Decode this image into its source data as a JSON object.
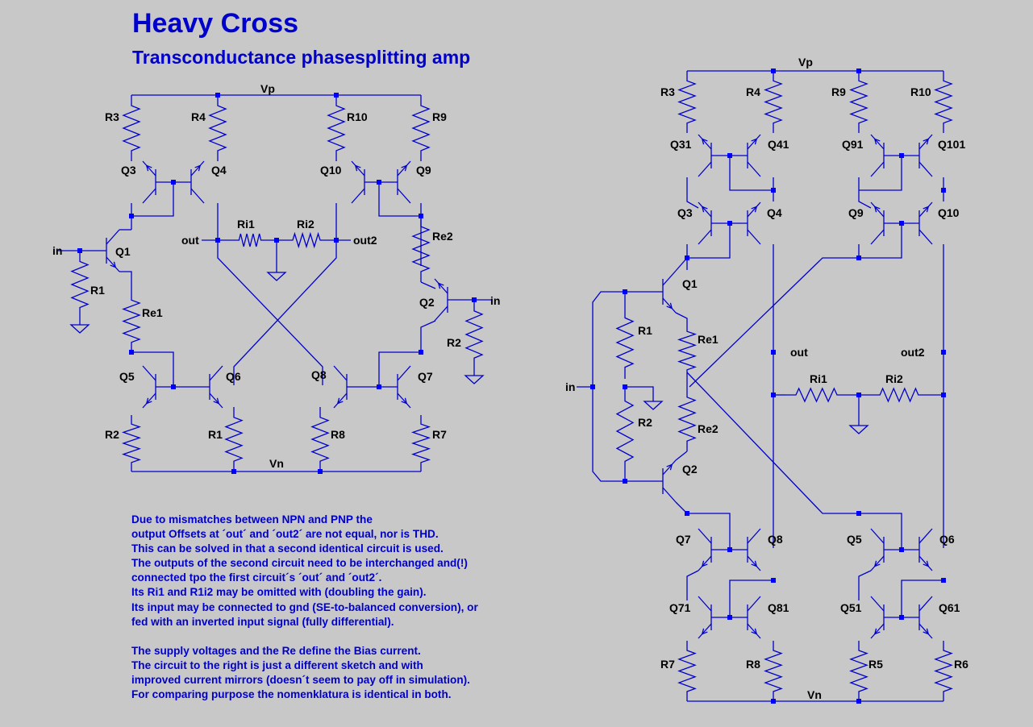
{
  "title": "Heavy Cross",
  "subtitle": "Transconductance phasesplitting amp",
  "notes": [
    "Due to mismatches between NPN and PNP the",
    "output Offsets at ´out´ and ´out2´ are not equal, nor is THD.",
    "This can be solved in that a second identical circuit is used.",
    "The outputs of the second circuit need to be interchanged and(!)",
    "connected tpo the first circuit´s ´out´ and ´out2´.",
    "Its Ri1 and R1i2 may be omitted with (doubling the gain).",
    "Its input may be connected to gnd (SE-to-balanced conversion), or",
    "fed with an inverted input signal (fully differential).",
    "",
    "The supply voltages and the Re define the Bias current.",
    "The circuit to the right is just a different sketch and with",
    "improved current mirrors (doesn´t seem to pay off in simulation).",
    "For comparing purpose the nomenklatura is identical in both."
  ],
  "colors": {
    "background": "#c8c8c8",
    "wire": "#0000cd",
    "text": "#000000",
    "title": "#0000cd"
  },
  "left_circuit": {
    "labels": {
      "vp": "Vp",
      "vn": "Vn",
      "r3": "R3",
      "r4": "R4",
      "r10": "R10",
      "r9": "R9",
      "q3": "Q3",
      "q4": "Q4",
      "q10": "Q10",
      "q9": "Q9",
      "in1": "in",
      "q1": "Q1",
      "r1_top": "R1",
      "re1": "Re1",
      "out": "out",
      "ri1": "Ri1",
      "ri2": "Ri2",
      "out2": "out2",
      "re2": "Re2",
      "q2": "Q2",
      "in2": "in",
      "r2_right": "R2",
      "q5": "Q5",
      "q6": "Q6",
      "q8": "Q8",
      "q7": "Q7",
      "r2": "R2",
      "r1": "R1",
      "r8": "R8",
      "r7": "R7"
    }
  },
  "right_circuit": {
    "labels": {
      "vp": "Vp",
      "vn": "Vn",
      "r3": "R3",
      "r4": "R4",
      "r9": "R9",
      "r10": "R10",
      "q31": "Q31",
      "q41": "Q41",
      "q91": "Q91",
      "q101": "Q101",
      "q3": "Q3",
      "q4": "Q4",
      "q9": "Q9",
      "q10": "Q10",
      "q1": "Q1",
      "r1": "R1",
      "re1": "Re1",
      "in": "in",
      "out": "out",
      "out2": "out2",
      "ri1": "Ri1",
      "ri2": "Ri2",
      "r2": "R2",
      "re2": "Re2",
      "q2": "Q2",
      "q7": "Q7",
      "q8": "Q8",
      "q5": "Q5",
      "q6": "Q6",
      "q71": "Q71",
      "q81": "Q81",
      "q51": "Q51",
      "q61": "Q61",
      "r7": "R7",
      "r8": "R8",
      "r5": "R5",
      "r6": "R6"
    }
  }
}
